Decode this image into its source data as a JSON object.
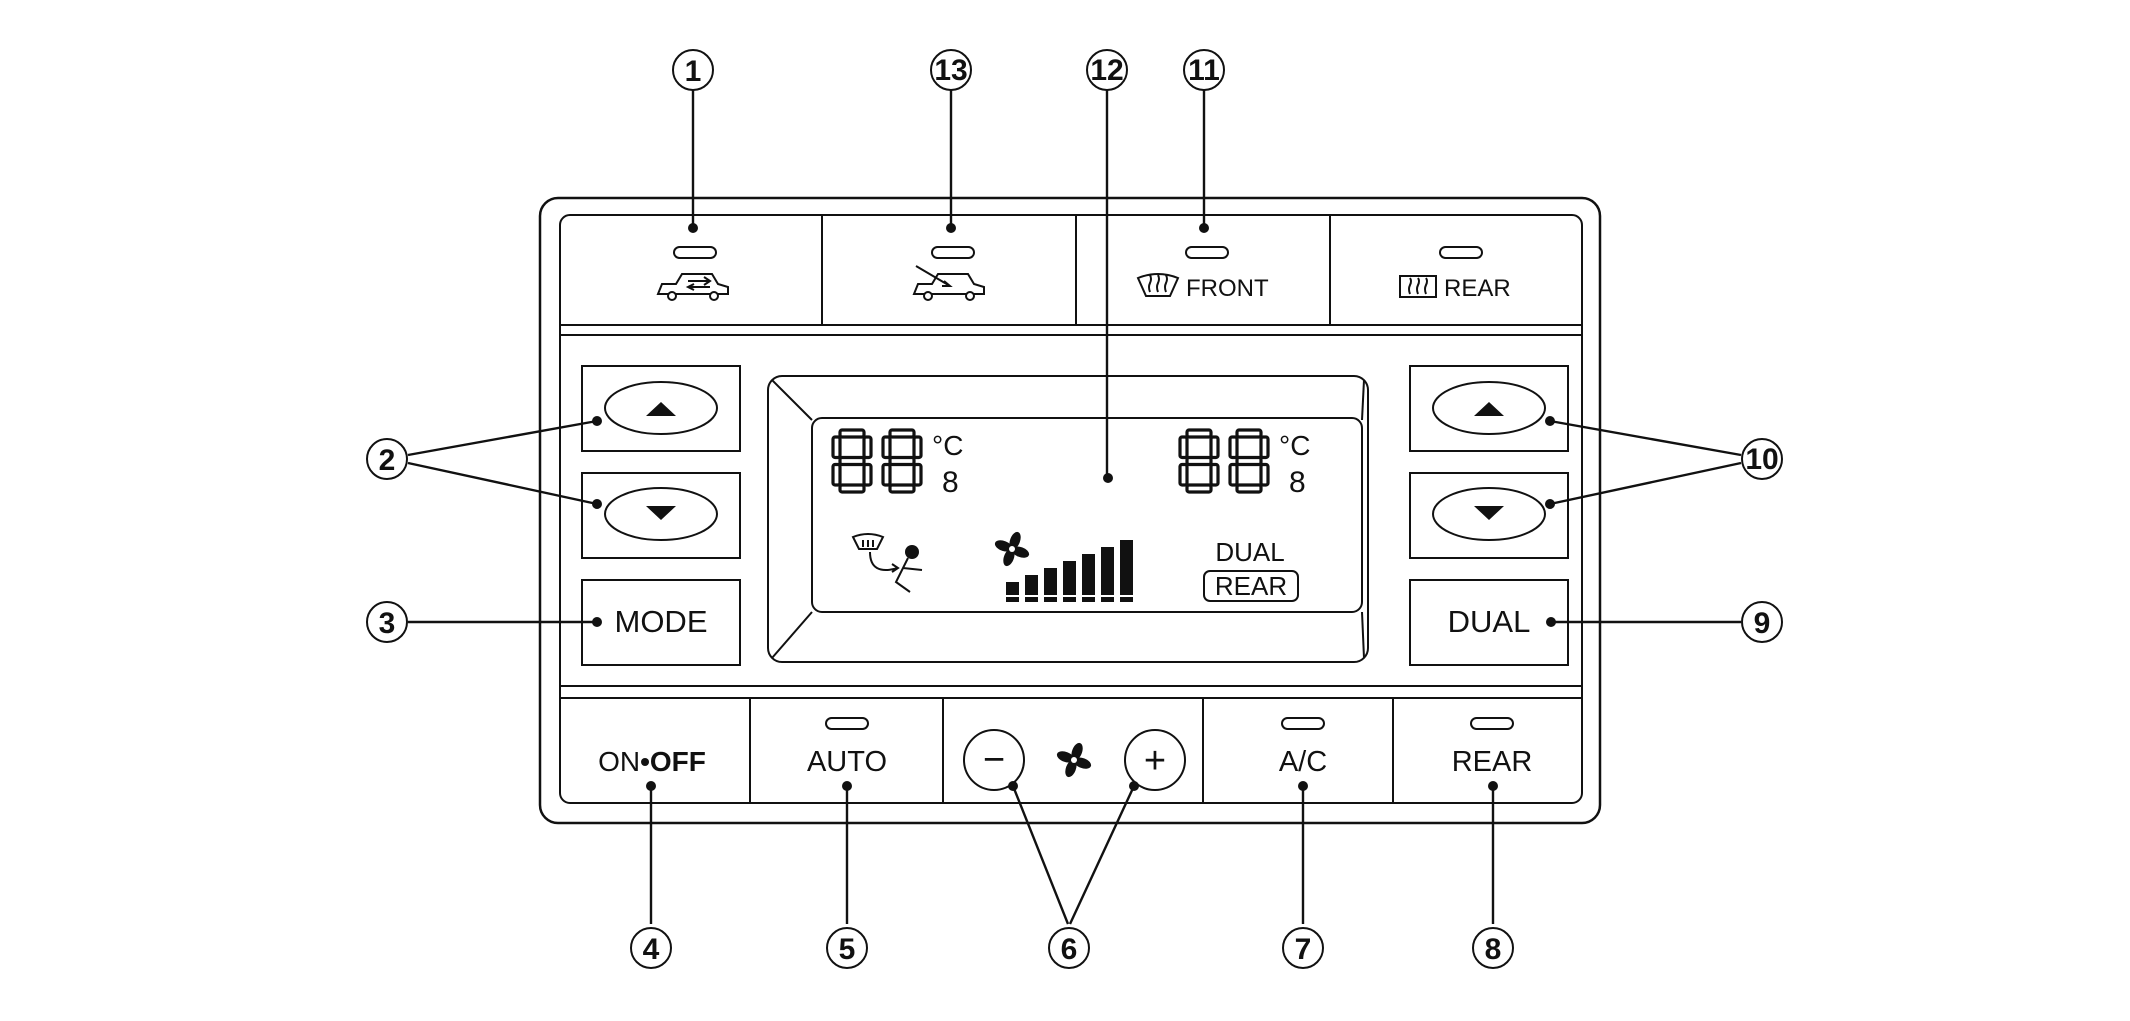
{
  "panel": {
    "top_buttons": {
      "front_defrost_label": "FRONT",
      "rear_defrost_label": "REAR"
    },
    "left_buttons": {
      "mode_label": "MODE"
    },
    "right_buttons": {
      "dual_label": "DUAL"
    },
    "display": {
      "left_temp": "88",
      "left_unit": "°C",
      "left_decimal": "8",
      "right_temp": "88",
      "right_unit": "°C",
      "right_decimal": "8",
      "dual_text": "DUAL",
      "rear_text": "REAR",
      "fan_bar_count": 7
    },
    "bottom_buttons": {
      "on_label": "ON",
      "dot": "•",
      "off_label": "OFF",
      "auto_label": "AUTO",
      "minus_label": "−",
      "plus_label": "+",
      "ac_label": "A/C",
      "rear_label": "REAR"
    }
  },
  "callouts": [
    "1",
    "2",
    "3",
    "4",
    "5",
    "6",
    "7",
    "8",
    "9",
    "10",
    "11",
    "12",
    "13"
  ]
}
